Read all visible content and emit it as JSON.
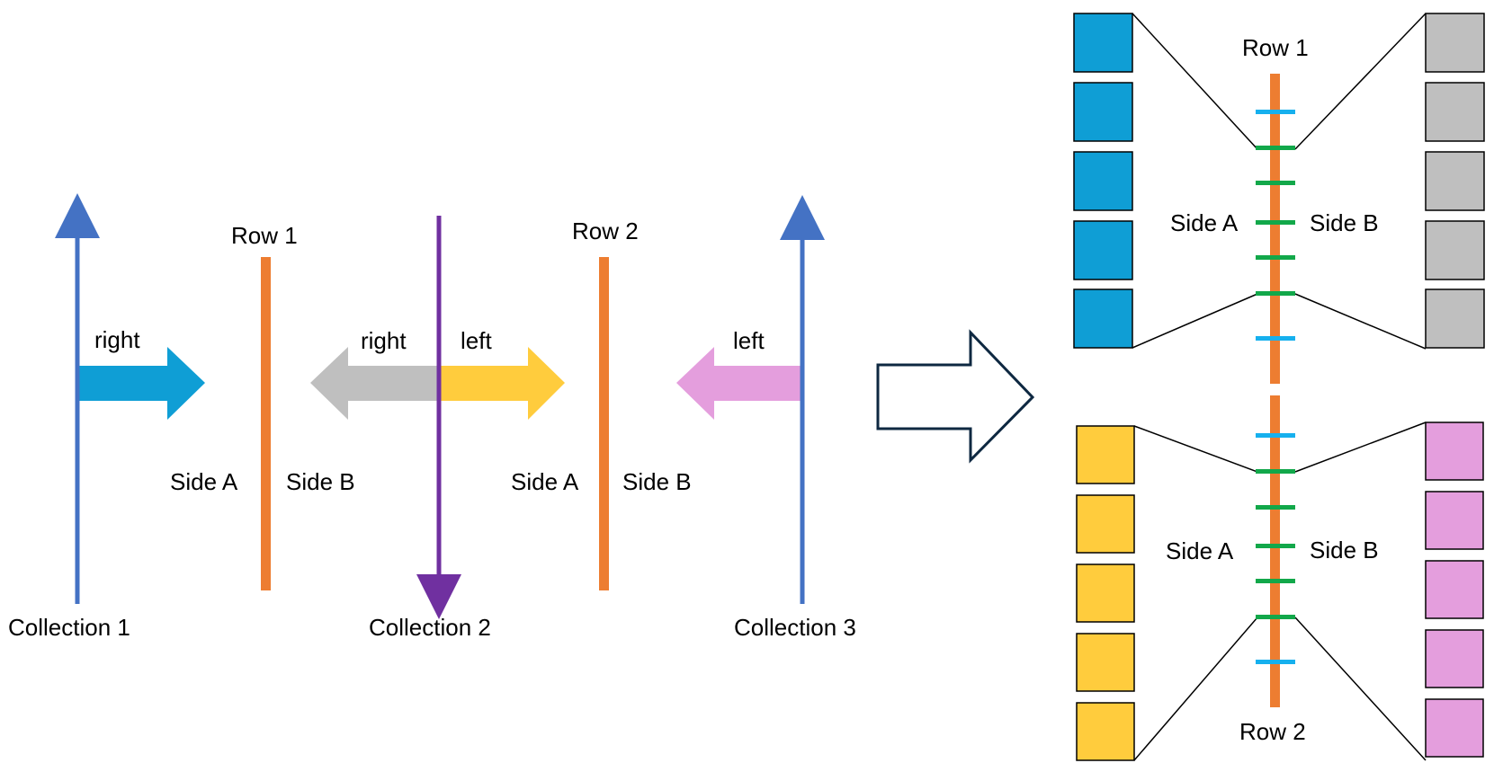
{
  "colors": {
    "collection_line": "#4472C4",
    "collection_line_2": "#7030A0",
    "row_line": "#ED7D31",
    "arrow_blue": "#0F9ED5",
    "arrow_gray": "#BFBFBF",
    "arrow_yellow": "#FFCC3D",
    "arrow_pink": "#E49EDD",
    "tick_blue": "#16B0EE",
    "tick_green": "#12A84A",
    "box_outline": "#000000",
    "big_arrow_outline": "#0E2841"
  },
  "left_diagram": {
    "collections": [
      {
        "label": "Collection 1",
        "direction": "up"
      },
      {
        "label": "Collection 2",
        "direction": "down"
      },
      {
        "label": "Collection 3",
        "direction": "up"
      }
    ],
    "rows": [
      {
        "label": "Row 1",
        "side_a": "Side A",
        "side_b": "Side B"
      },
      {
        "label": "Row 2",
        "side_a": "Side A",
        "side_b": "Side B"
      }
    ],
    "arrows": [
      {
        "label": "right",
        "direction": "right",
        "color": "blue"
      },
      {
        "label": "right",
        "direction": "left",
        "color": "gray"
      },
      {
        "label": "left",
        "direction": "right",
        "color": "yellow"
      },
      {
        "label": "left",
        "direction": "left",
        "color": "pink"
      }
    ]
  },
  "right_diagram": {
    "top": {
      "row_label": "Row 1",
      "side_a": "Side A",
      "side_b": "Side B"
    },
    "bottom": {
      "row_label": "Row 2",
      "side_a": "Side A",
      "side_b": "Side B"
    }
  }
}
